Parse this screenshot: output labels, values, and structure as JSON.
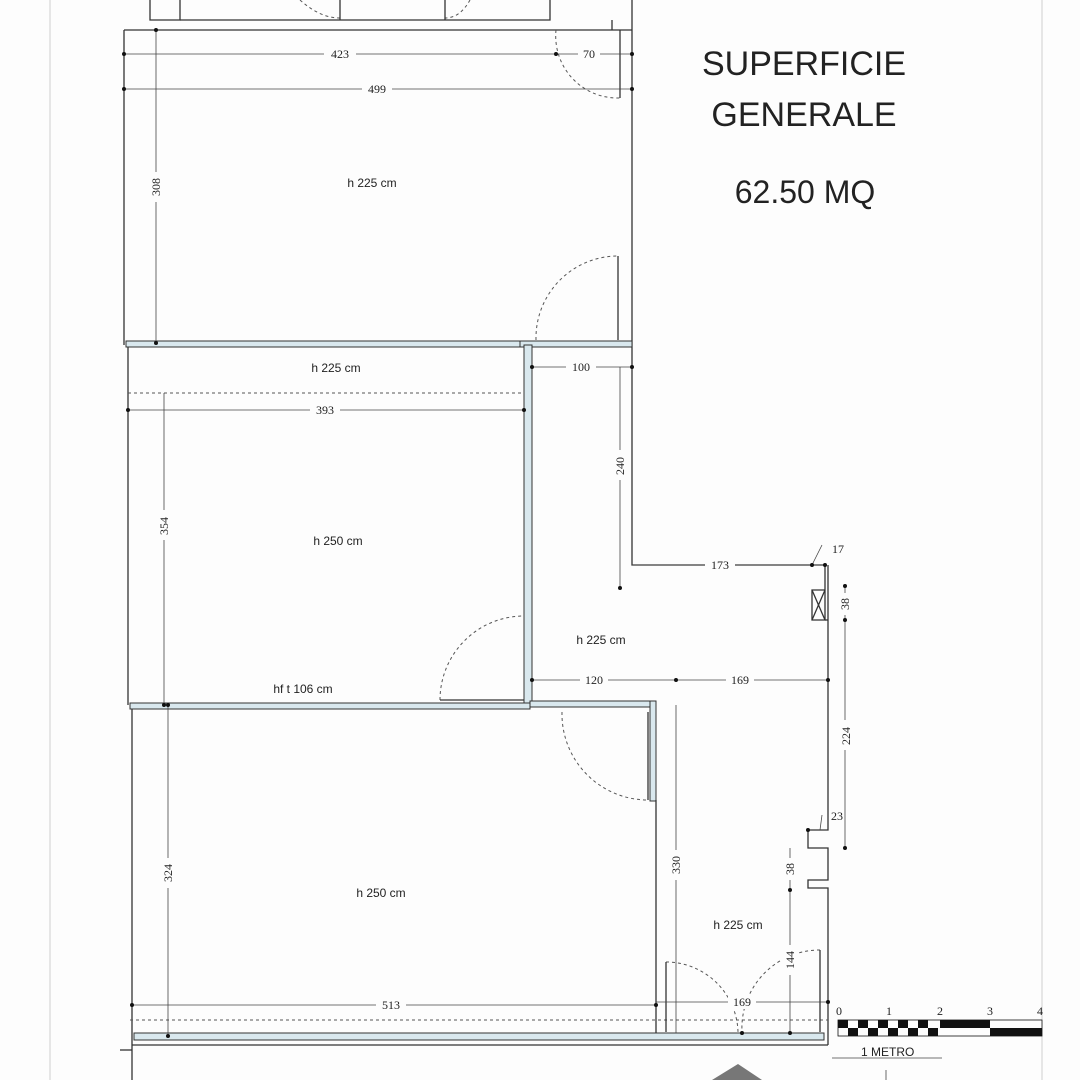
{
  "title": {
    "line1": "SUPERFICIE",
    "line2": "GENERALE",
    "area": "62.50 MQ"
  },
  "rooms": {
    "top_room": "h 225 cm",
    "corridor": "h 225 cm",
    "middle_room": "h 250 cm",
    "hall": "h 225 cm",
    "window_label": "hf t 106 cm",
    "bottom_room": "h 250 cm",
    "entrance": "h 225 cm"
  },
  "dimensions": {
    "d423": "423",
    "d70": "70",
    "d499": "499",
    "d308": "308",
    "d100": "100",
    "d393": "393",
    "d240": "240",
    "d354": "354",
    "d173": "173",
    "d17": "17",
    "d38a": "38",
    "d120": "120",
    "d169a": "169",
    "d224": "224",
    "d23": "23",
    "d330": "330",
    "d38b": "38",
    "d324": "324",
    "d144": "144",
    "d513": "513",
    "d169b": "169"
  },
  "scale": {
    "label": "1 METRO",
    "ticks": [
      "0",
      "1",
      "2",
      "3",
      "4"
    ]
  }
}
